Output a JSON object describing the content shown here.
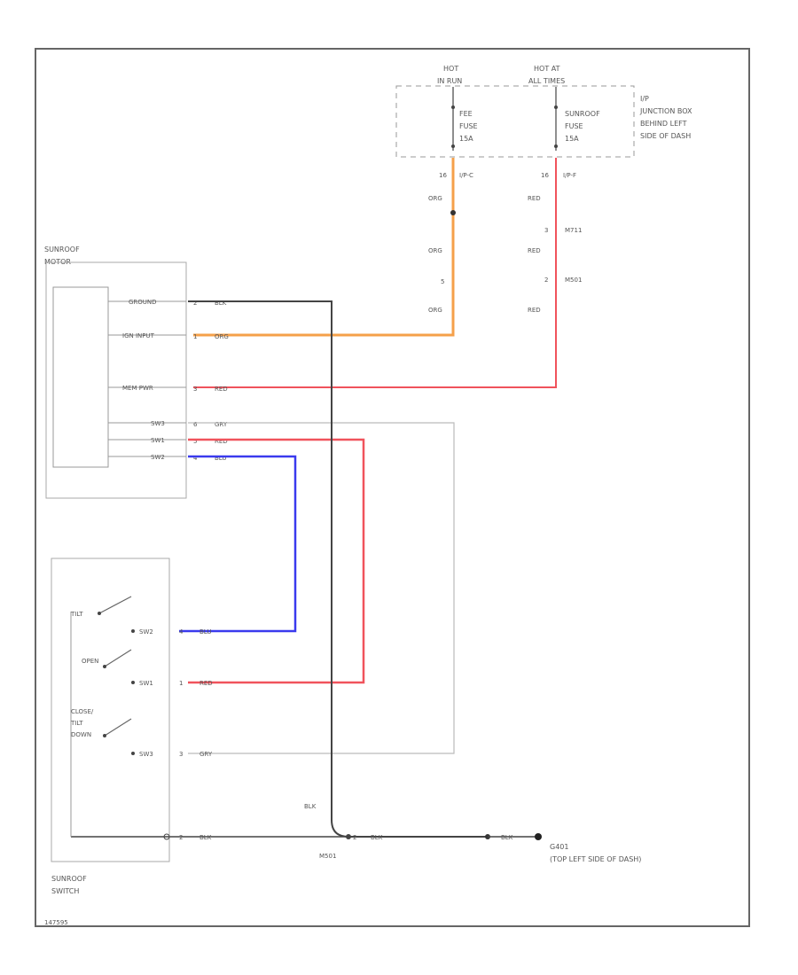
{
  "power": {
    "hot_run_line1": "HOT",
    "hot_run_line2": "IN RUN",
    "hot_acc_line1": "HOT AT",
    "hot_acc_line2": "ALL TIMES"
  },
  "fuses": {
    "left": {
      "line1": "FEE",
      "line2": "FUSE",
      "line3": "15A"
    },
    "right": {
      "line1": "SUNROOF",
      "line2": "FUSE",
      "line3": "15A"
    }
  },
  "junction_box": {
    "line1": "I/P",
    "line2": "JUNCTION BOX",
    "line3": "BEHIND LEFT",
    "line4": "SIDE OF DASH"
  },
  "connectors": {
    "left_pin": "16",
    "left_conn": "I/P-C",
    "right_pin": "16",
    "right_conn": "I/P-F",
    "splice_pin_a": "3",
    "splice_conn_a": "M711",
    "splice_pin_b": "2",
    "splice_conn_b": "M501",
    "left_pin_lower": "5"
  },
  "wire_colors": {
    "org": "ORG",
    "red": "RED",
    "blk": "BLK",
    "blu": "BLU",
    "gry": "GRY"
  },
  "motor": {
    "title_line1": "SUNROOF",
    "title_line2": "MOTOR",
    "pins": [
      "GROUND",
      "IGN INPUT",
      "MEM PWR",
      "SW3",
      "SW1",
      "SW2"
    ],
    "pin_nums": [
      "2",
      "1",
      "3",
      "6",
      "5",
      "4"
    ]
  },
  "switch": {
    "title_line1": "SUNROOF",
    "title_line2": "SWITCH",
    "labels": [
      "TILT",
      "OPEN",
      "CLOSE/",
      "TILT",
      "DOWN"
    ],
    "terminals": [
      "SW2",
      "SW1",
      "SW3"
    ],
    "pin_nums": [
      "4",
      "1",
      "3",
      "2"
    ]
  },
  "ground": {
    "splice": "M501",
    "label_line1": "G401",
    "label_line2": "(TOP LEFT SIDE OF DASH)",
    "blk_vertical": "BLK"
  },
  "footer_code": "147595",
  "colors": {
    "orange": "#f5a04a",
    "red": "#f0535c",
    "blue": "#3a3aee",
    "black": "#444444",
    "gray": "#aaaaaa"
  }
}
